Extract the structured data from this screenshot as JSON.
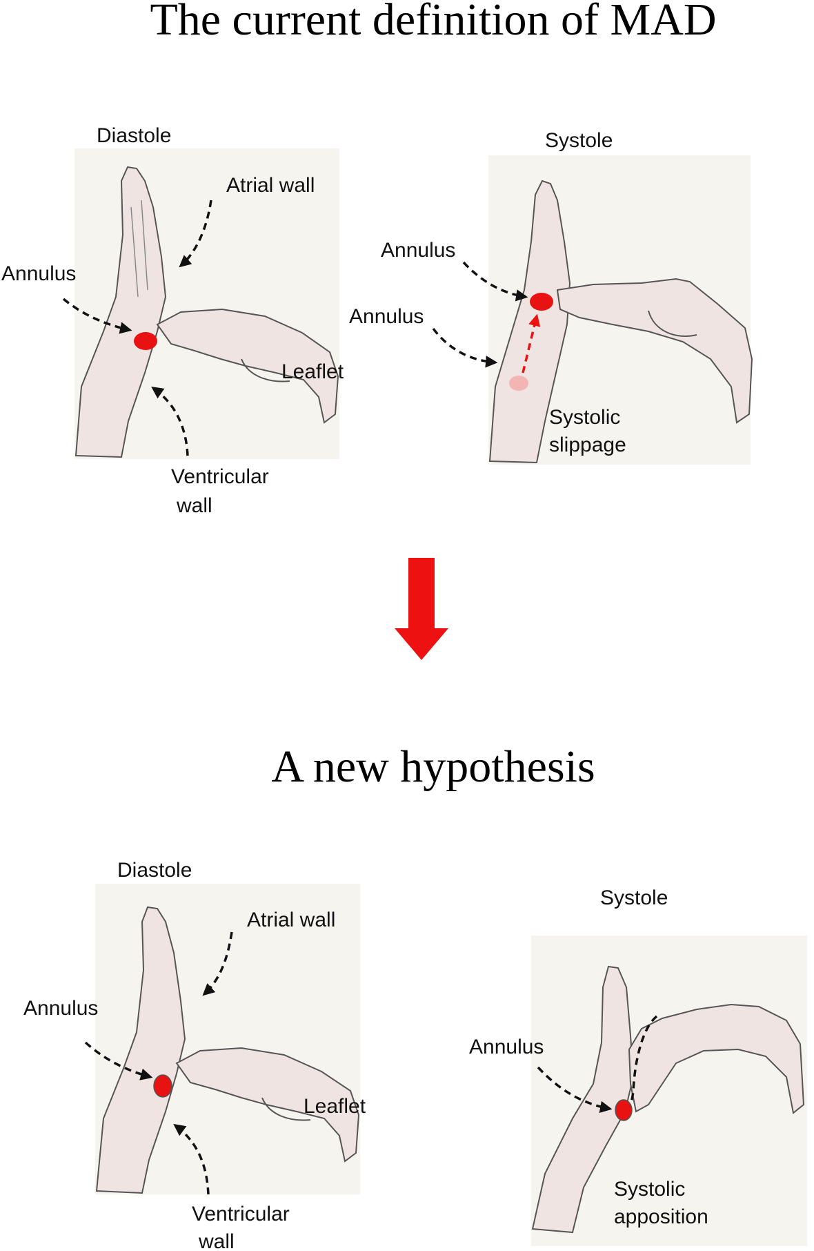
{
  "top": {
    "title": "The current definition of MAD",
    "left_panel": {
      "phase": "Diastole",
      "atrial_wall": "Atrial wall",
      "annulus": "Annulus",
      "leaflet": "Leaflet",
      "ventricular_wall_1": "Ventricular",
      "ventricular_wall_2": "wall"
    },
    "right_panel": {
      "phase": "Systole",
      "annulus_upper": "Annulus",
      "annulus_lower": "Annulus",
      "note_1": "Systolic",
      "note_2": "slippage"
    }
  },
  "bottom": {
    "title": "A new hypothesis",
    "left_panel": {
      "phase": "Diastole",
      "atrial_wall": "Atrial wall",
      "annulus": "Annulus",
      "leaflet": "Leaflet",
      "ventricular_wall_1": "Ventricular",
      "ventricular_wall_2": "wall"
    },
    "right_panel": {
      "phase": "Systole",
      "annulus": "Annulus",
      "note_1": "Systolic",
      "note_2": "apposition"
    }
  },
  "colors": {
    "marker_red": "#e81212",
    "arrow_red": "#ee1111",
    "sketch_fill": "#efe4e1",
    "panel_bg": "#f6f4ef",
    "dash_black": "#111111"
  }
}
